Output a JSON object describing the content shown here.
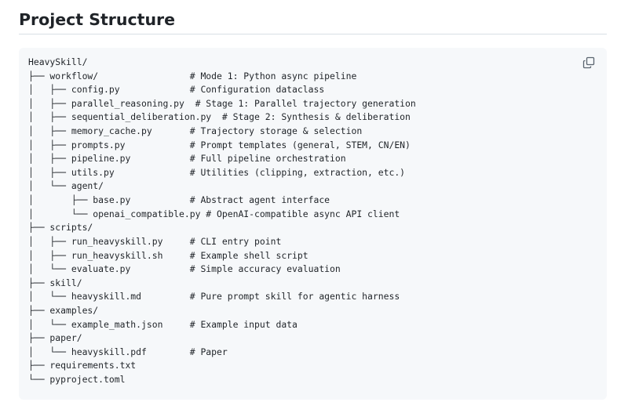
{
  "page": {
    "heading": "Project Structure"
  },
  "code_block": {
    "copy_icon": "copy-icon",
    "lines": [
      "HeavySkill/",
      "├── workflow/                 # Mode 1: Python async pipeline",
      "│   ├── config.py             # Configuration dataclass",
      "│   ├── parallel_reasoning.py  # Stage 1: Parallel trajectory generation",
      "│   ├── sequential_deliberation.py  # Stage 2: Synthesis & deliberation",
      "│   ├── memory_cache.py       # Trajectory storage & selection",
      "│   ├── prompts.py            # Prompt templates (general, STEM, CN/EN)",
      "│   ├── pipeline.py           # Full pipeline orchestration",
      "│   ├── utils.py              # Utilities (clipping, extraction, etc.)",
      "│   └── agent/",
      "│       ├── base.py           # Abstract agent interface",
      "│       └── openai_compatible.py # OpenAI-compatible async API client",
      "├── scripts/",
      "│   ├── run_heavyskill.py     # CLI entry point",
      "│   ├── run_heavyskill.sh     # Example shell script",
      "│   └── evaluate.py           # Simple accuracy evaluation",
      "├── skill/",
      "│   └── heavyskill.md         # Pure prompt skill for agentic harness",
      "├── examples/",
      "│   └── example_math.json     # Example input data",
      "├── paper/",
      "│   └── heavyskill.pdf        # Paper",
      "├── requirements.txt",
      "└── pyproject.toml"
    ]
  }
}
